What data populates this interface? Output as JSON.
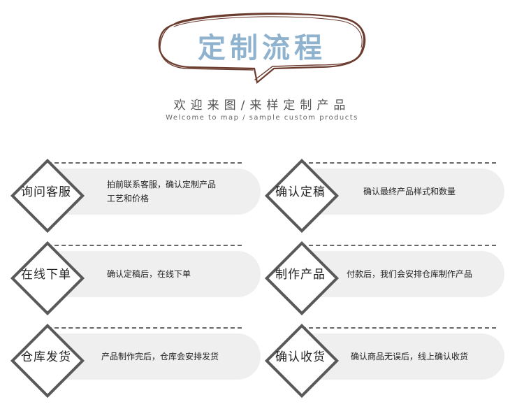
{
  "header": {
    "title": "定制流程",
    "subtitle": "欢迎来图/来样定制产品",
    "subtitle_en": "Welcome to map / sample custom products"
  },
  "colors": {
    "title": "#8fb3cf",
    "bubble_stroke": "#6b3b2e",
    "diamond_border": "#595959",
    "card_bg": "#efefef"
  },
  "steps": [
    {
      "label": "询问客服",
      "desc": [
        "拍前联系客服，确认定制产品",
        "工艺和价格"
      ]
    },
    {
      "label": "确认定稿",
      "desc": [
        "确认最终产品样式和数量"
      ]
    },
    {
      "label": "在线下单",
      "desc": [
        "确认定稿后，在线下单"
      ]
    },
    {
      "label": "制作产品",
      "desc": [
        "付款后，我们会安排仓库制作产品"
      ]
    },
    {
      "label": "仓库发货",
      "desc": [
        "产品制作完后，仓库会安排发货"
      ]
    },
    {
      "label": "确认收货",
      "desc": [
        "确认商品无误后，线上确认收货"
      ]
    }
  ]
}
